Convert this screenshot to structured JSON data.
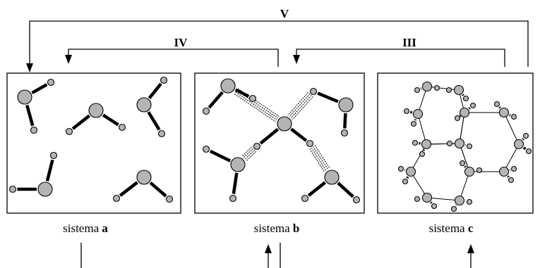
{
  "transitions": [
    {
      "label": "V"
    },
    {
      "label": "IV"
    },
    {
      "label": "III"
    }
  ],
  "panels": [
    {
      "caption_prefix": "sistema ",
      "caption_letter": "a"
    },
    {
      "caption_prefix": "sistema ",
      "caption_letter": "b"
    },
    {
      "caption_prefix": "sistema ",
      "caption_letter": "c"
    }
  ],
  "colors": {
    "oxygen": "#b4b4b4",
    "hydrogen": "#b4b4b4",
    "line": "#000000",
    "background": "#ffffff"
  }
}
